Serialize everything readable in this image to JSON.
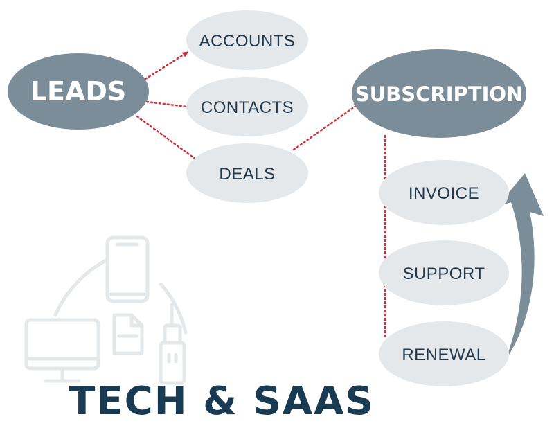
{
  "colors": {
    "dark_node": "#7a8d98",
    "light_node": "#e4e8eb",
    "node_text": "#22384b",
    "arrow_red": "#d2303b",
    "big_arrow": "#7a8d98",
    "title": "#183a52",
    "icon_line": "#e4e8eb"
  },
  "nodes": {
    "leads": "LEADS",
    "accounts": "ACCOUNTS",
    "contacts": "CONTACTS",
    "deals": "DEALS",
    "subscription": "SUBSCRIPTION",
    "invoice": "INVOICE",
    "support": "SUPPORT",
    "renewal": "RENEWAL"
  },
  "title": "TECH & SAAS",
  "icons": [
    "smartphone-icon",
    "monitor-icon",
    "document-icon",
    "usb-plug-icon",
    "cycle-arc-icon"
  ]
}
